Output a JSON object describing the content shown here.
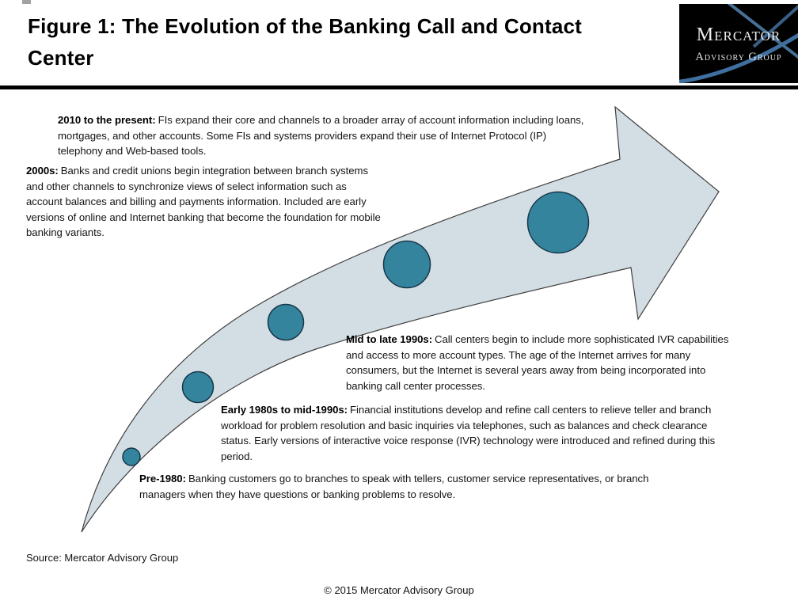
{
  "figure": {
    "title": "Figure 1: The Evolution of the Banking Call and Contact\nCenter"
  },
  "logo": {
    "name": "Mercator Advisory Group",
    "line1": "Mercator",
    "line2": "Advisory Group"
  },
  "timeline": {
    "milestone_count": 5,
    "eras": [
      {
        "label": "2010 to the present:",
        "text": "FIs expand their core and channels to a broader array of account information including loans, mortgages, and other accounts. Some FIs and systems providers expand their use of Internet Protocol (IP) telephony and Web-based tools."
      },
      {
        "label": "2000s:",
        "text": "Banks and credit unions begin integration between branch systems and other channels to synchronize views of select information such as account balances and billing and payments information. Included are early versions of online and Internet banking that become the foundation for mobile banking variants."
      },
      {
        "label": "Mid to late 1990s:",
        "text": "Call centers begin to include more sophisticated IVR capabilities and access to more account types. The age of the Internet arrives for many consumers, but the Internet is several years away from being incorporated into banking call center processes."
      },
      {
        "label": "Early 1980s to mid-1990s:",
        "text": "Financial institutions develop and refine call centers to relieve teller and branch workload for problem resolution and basic inquiries via telephones, such as balances and check clearance status. Early versions of interactive voice response (IVR) technology were introduced and refined during this period."
      },
      {
        "label": "Pre-1980:",
        "text": "Banking customers go to branches to speak with tellers, customer service representatives, or branch managers when they have questions or banking problems to resolve."
      }
    ],
    "colors": {
      "arrow_fill": "#d3dee4",
      "arrow_stroke": "#3f3f3f",
      "circle_fill": "#35849e",
      "circle_stroke": "#17374a",
      "logo_bg": "#000000",
      "logo_swoosh": "#3f6f9e"
    }
  },
  "footer": {
    "source": "Source: Mercator Advisory Group",
    "copyright": "© 2015 Mercator Advisory Group"
  }
}
